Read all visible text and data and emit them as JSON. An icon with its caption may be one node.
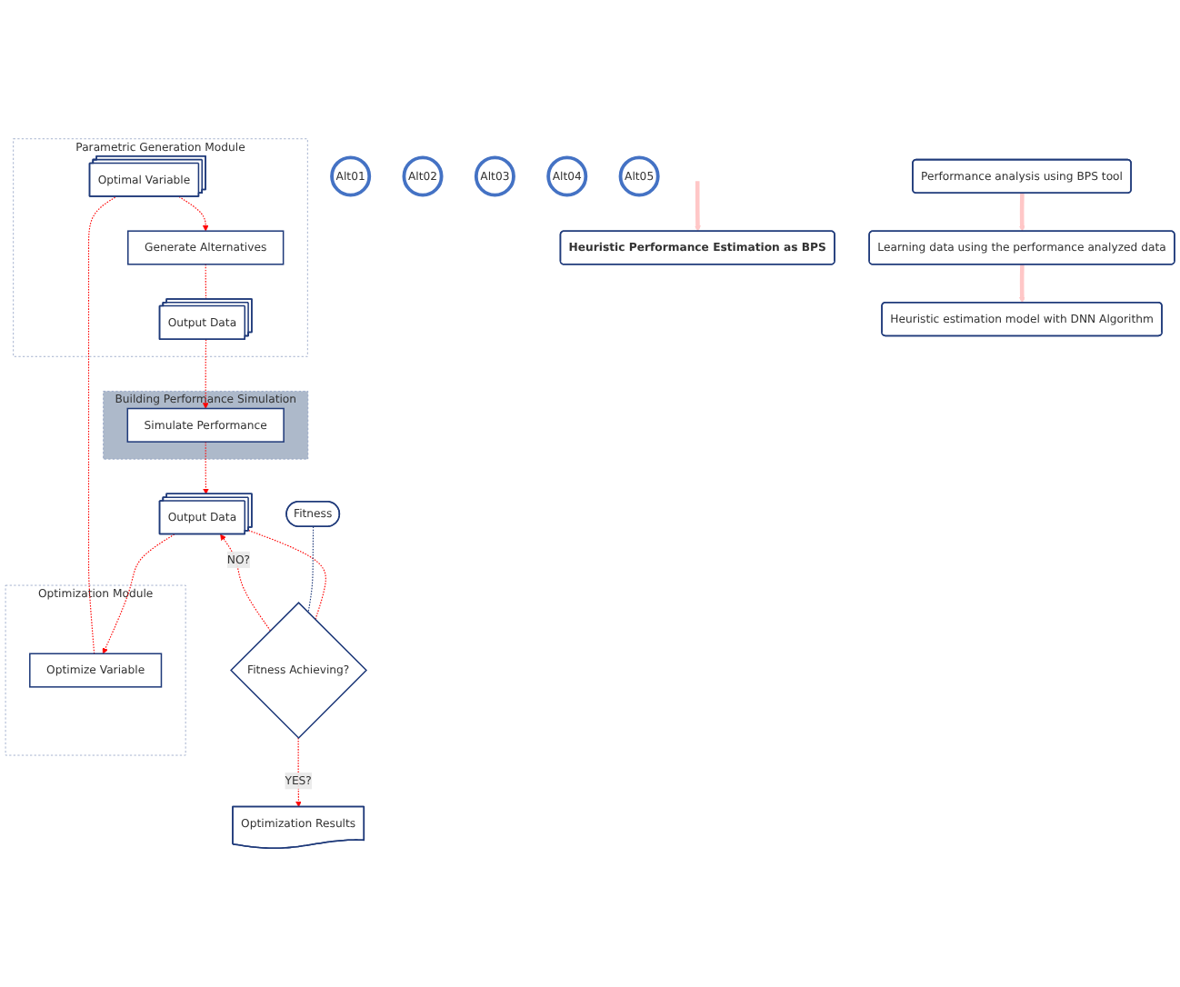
{
  "diagram": {
    "nodes": [
      {
        "text": [
          "Parametric Generation Module"
        ]
      },
      {
        "text": [
          "Optimal Variable"
        ],
        "in": 0
      },
      {
        "text": [
          "Generate Alternatives"
        ],
        "in": 0
      },
      {
        "text": [
          "Output Data"
        ],
        "in": 0
      },
      {
        "text": [
          "Fitness"
        ]
      },
      {
        "text": [
          "Fitness Achieving?"
        ]
      },
      {
        "text": [
          "Optimization Module"
        ]
      },
      {
        "text": [
          "Optimize Variable"
        ],
        "in": 6
      },
      {
        "text": [
          "Output Data"
        ]
      },
      {
        "text": [
          "Building Performance Simulation"
        ]
      },
      {
        "text": [
          "Simulate Performance"
        ],
        "in": 9
      },
      {
        "text": [
          "Optimization Results"
        ]
      },
      {
        "text": [
          "Alt01"
        ]
      },
      {
        "text": [
          "Alt02"
        ]
      },
      {
        "text": [
          "Alt03"
        ]
      },
      {
        "text": [
          "Alt04"
        ]
      },
      {
        "text": [
          "Alt05"
        ]
      },
      {
        "text": [
          "Heuristic Performance Estimation as BPS"
        ]
      },
      {
        "text": [
          "Performance analysis using BPS tool"
        ]
      },
      {
        "text": [
          "Learning data using the performance analyzed data"
        ]
      },
      {
        "text": [
          "Heuristic estimation model with DNN Algorithm"
        ]
      }
    ],
    "edges": [
      {
        "from": 1,
        "to": 2,
        "arrow": "to",
        "style": "dashed"
      },
      {
        "from": 2,
        "to": 3,
        "arrow": "none",
        "style": "dashed"
      },
      {
        "from": 3,
        "to": 10,
        "arrow": "to",
        "style": "dashed"
      },
      {
        "from": 10,
        "to": 8,
        "arrow": "to",
        "style": "dashed"
      },
      {
        "from": 8,
        "to": 7,
        "arrow": "to",
        "style": "dashed"
      },
      {
        "from": 7,
        "to": 1,
        "arrow": "none",
        "style": "dashed"
      },
      {
        "from": 8,
        "to": 5,
        "arrow": "none",
        "style": "dashed"
      },
      {
        "from": 5,
        "to": 8,
        "arrow": "to",
        "label": "NO?",
        "style": "dashed"
      },
      {
        "from": 5,
        "to": 11,
        "arrow": "to",
        "label": "YES?",
        "style": "dashed"
      },
      {
        "from": 4,
        "to": 5,
        "arrow": "none",
        "style": "dashed",
        "color": "#1f3a7a"
      },
      {
        "from": null,
        "to": 17,
        "arrow": "to",
        "style": "thick",
        "color": "#ffc7c7"
      },
      {
        "from": 18,
        "to": 19,
        "arrow": "to",
        "style": "thick",
        "color": "#ffc7c7"
      },
      {
        "from": 19,
        "to": 20,
        "arrow": "to",
        "style": "thick",
        "color": "#ffc7c7"
      }
    ]
  }
}
